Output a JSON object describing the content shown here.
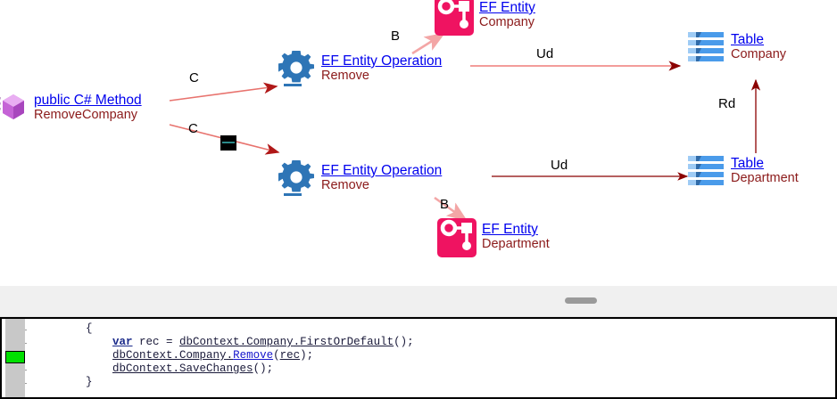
{
  "diagram": {
    "nodes": [
      {
        "id": "method",
        "icon": "cube-icon",
        "title": "public C# Method",
        "subtitle": "RemoveCompany"
      },
      {
        "id": "operation-company",
        "icon": "gear-icon",
        "title": "EF Entity Operation",
        "subtitle": "Remove"
      },
      {
        "id": "operation-department",
        "icon": "gear-icon",
        "title": "EF Entity Operation",
        "subtitle": "Remove"
      },
      {
        "id": "entity-company",
        "icon": "ef-entity-icon",
        "title": "EF Entity",
        "subtitle": "Company"
      },
      {
        "id": "entity-department",
        "icon": "ef-entity-icon",
        "title": "EF Entity",
        "subtitle": "Department"
      },
      {
        "id": "table-company",
        "icon": "table-icon",
        "title": "Table",
        "subtitle": "Company"
      },
      {
        "id": "table-department",
        "icon": "table-icon",
        "title": "Table",
        "subtitle": "Department"
      }
    ],
    "edges": [
      {
        "id": "method-to-op-company",
        "label": "C",
        "color": "#e8736e"
      },
      {
        "id": "method-to-op-department",
        "label": "C",
        "color": "#e8736e"
      },
      {
        "id": "op-company-to-entity",
        "label": "B",
        "color": "#f4a7a7"
      },
      {
        "id": "op-department-to-entity",
        "label": "B",
        "color": "#f4a7a7"
      },
      {
        "id": "op-company-to-table",
        "label": "Ud",
        "color": "#ef7b78"
      },
      {
        "id": "op-department-to-table",
        "label": "Ud",
        "color": "#8b0000"
      },
      {
        "id": "table-department-to-company",
        "label": "Rd",
        "color": "#8b0000"
      }
    ],
    "colors": {
      "link": "#0000ee",
      "subtitle": "#8b1a1a",
      "gear": "#2e75b6",
      "entity": "#ef1361",
      "table": "#4a9bea",
      "cube": "#c060d0",
      "arrow_dark": "#8b0000",
      "arrow_light": "#ef7b78",
      "marker": "#000000"
    }
  },
  "splitter": {
    "grip_name": "splitter-grip"
  },
  "code": {
    "lines": [
      {
        "indent": 8,
        "tokens": [
          {
            "t": "{",
            "c": "plain"
          }
        ]
      },
      {
        "indent": 12,
        "tokens": [
          {
            "t": "var",
            "c": "kw"
          },
          {
            "t": " rec = ",
            "c": "plain"
          },
          {
            "t": "dbContext",
            "c": "u"
          },
          {
            "t": ".",
            "c": "u"
          },
          {
            "t": "Company",
            "c": "u"
          },
          {
            "t": ".",
            "c": "u"
          },
          {
            "t": "FirstOrDefault",
            "c": "u"
          },
          {
            "t": "();",
            "c": "plain"
          }
        ]
      },
      {
        "indent": 12,
        "tokens": [
          {
            "t": "dbContext",
            "c": "u"
          },
          {
            "t": ".",
            "c": "u"
          },
          {
            "t": "Company",
            "c": "u"
          },
          {
            "t": ".",
            "c": "u"
          },
          {
            "t": "Remove",
            "c": "blue"
          },
          {
            "t": "(",
            "c": "plain"
          },
          {
            "t": "rec",
            "c": "u"
          },
          {
            "t": ");",
            "c": "plain"
          }
        ]
      },
      {
        "indent": 12,
        "tokens": [
          {
            "t": "dbContext",
            "c": "u"
          },
          {
            "t": ".",
            "c": "u"
          },
          {
            "t": "SaveChanges",
            "c": "u"
          },
          {
            "t": "();",
            "c": "plain"
          }
        ]
      },
      {
        "indent": 8,
        "tokens": [
          {
            "t": "}",
            "c": "plain"
          }
        ]
      }
    ],
    "coverage_marker_color": "#00e000"
  }
}
